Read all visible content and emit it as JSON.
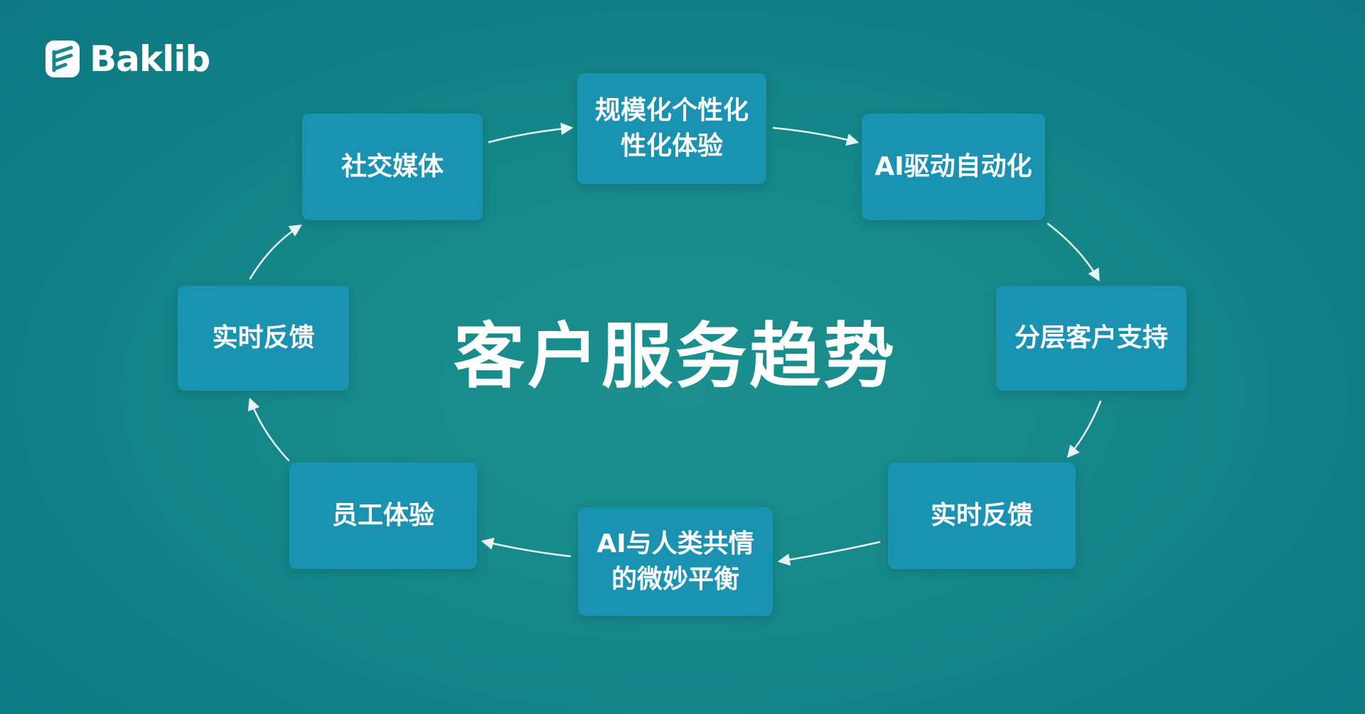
{
  "brand": {
    "name": "Baklib",
    "logo_icon": "baklib-logo-icon"
  },
  "title": "客户服务趋势",
  "nodes": {
    "social_media": "社交媒体",
    "personalization_line1": "规模化个性化",
    "personalization_line2": "性化体验",
    "ai_automation": "AI驱动自动化",
    "tiered_support": "分层客户支持",
    "realtime_feedback_right": "实时反馈",
    "ai_empathy_line1": "AI与人类共情",
    "ai_empathy_line2": "的微妙平衡",
    "employee_experience": "员工体验",
    "realtime_feedback_left": "实时反馈"
  },
  "colors": {
    "background": "#138587",
    "node_fill": "#1a93b3",
    "text": "#ffffff",
    "arrow": "#e8f4f4"
  }
}
